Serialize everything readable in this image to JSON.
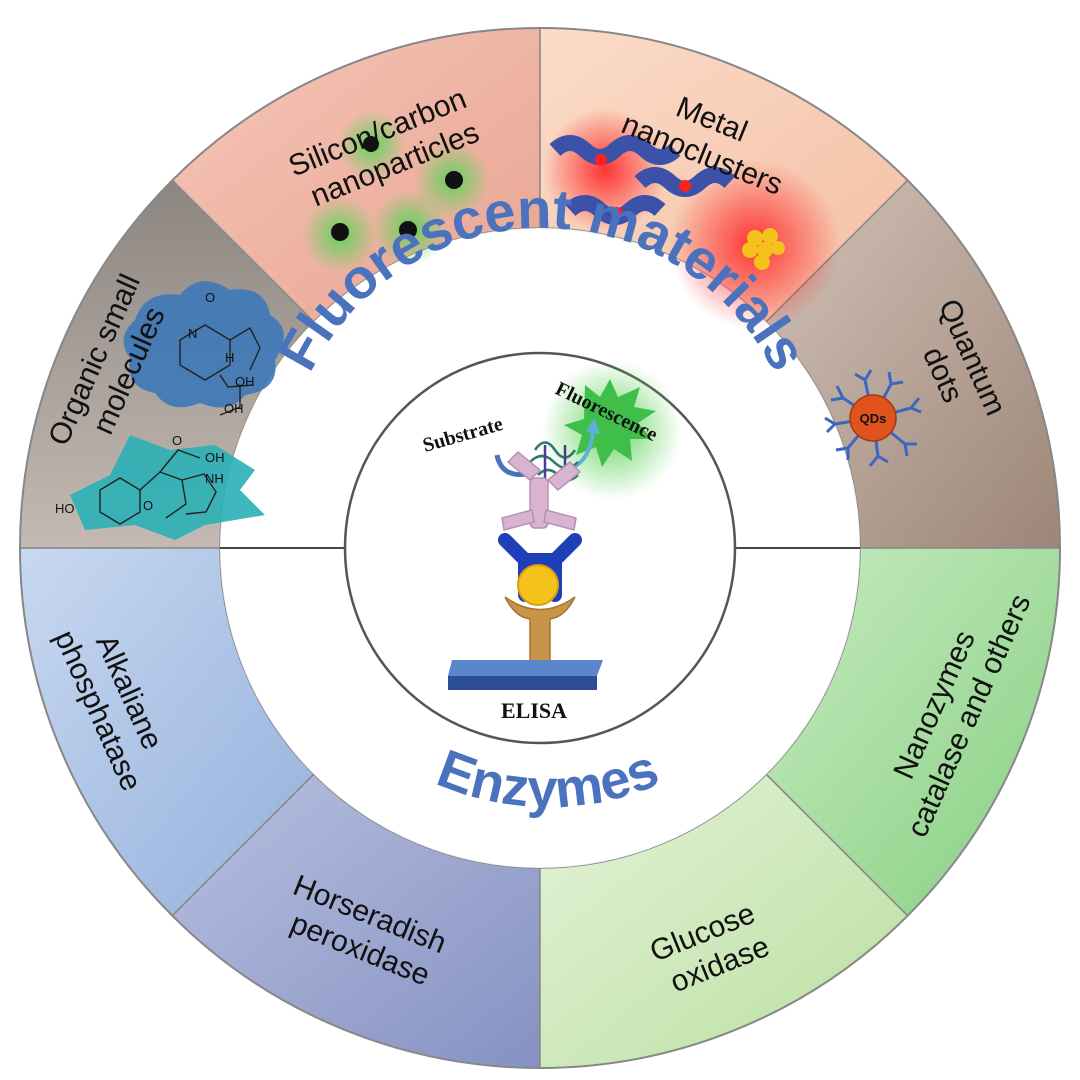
{
  "center": {
    "substrate_label": "Substrate",
    "fluorescence_label": "Fluorescence",
    "elisa_label": "ELISA"
  },
  "rings": {
    "upper_title": "Fluorescent materials",
    "lower_title": "Enzymes"
  },
  "segments": {
    "silicon_carbon": [
      "Silicon/carbon",
      "nanoparticles"
    ],
    "metal_nanoclusters": [
      "Metal",
      "nanoclusters"
    ],
    "quantum_dots": [
      "Quantum",
      "dots"
    ],
    "organic_small_molecules": [
      "Organic small",
      "molecules"
    ],
    "alkaline_phosphatase": [
      "Alkaliane",
      "phosphatase"
    ],
    "horseradish_peroxidase": [
      "Horseradish",
      "peroxidase"
    ],
    "glucose_oxidase": [
      "Glucose",
      "oxidase"
    ],
    "nanozymes": [
      "Nanozymes",
      "catalase and others"
    ]
  },
  "graphics": {
    "qd_label": "QDs",
    "chem_labels": [
      "OH",
      "OH",
      "OH",
      "NH",
      "HO",
      "N",
      "H",
      "O",
      "O",
      "O"
    ]
  },
  "colors": {
    "accent_blue": "#4a72bd",
    "silicon_bg": "#eeb4a4",
    "metal_bg": "#f8cdb6",
    "quantum_bg": "#b5a195",
    "organic_bg": "#aea49e",
    "alkaline_bg": "#a9c0e3",
    "horseradish_bg": "#9aa6cf",
    "glucose_bg": "#c6e6b6",
    "nanozymes_bg": "#a9dba4"
  }
}
